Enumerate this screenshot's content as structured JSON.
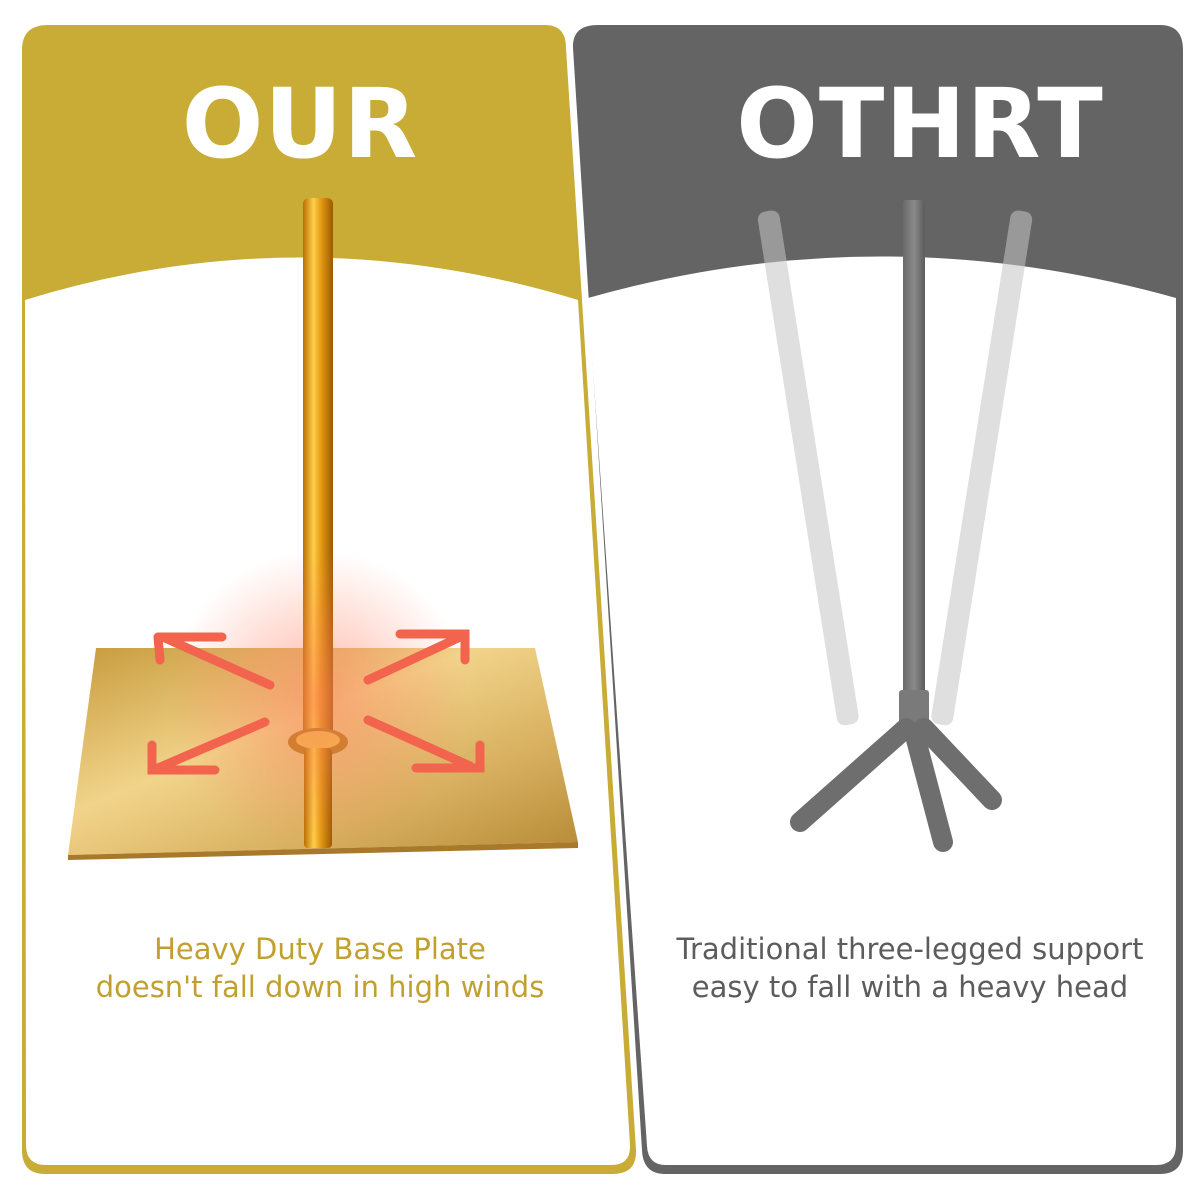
{
  "left_panel": {
    "heading": "OUR",
    "caption_line1": "Heavy Duty Base Plate",
    "caption_line2": "doesn't fall down in high winds",
    "accent_color": "#c8ac35",
    "caption_color": "#c2a030",
    "product_icon": "gold-pole-with-square-base-plate",
    "arrow_icon": "red-outward-arrows",
    "arrow_color": "#f2644e"
  },
  "right_panel": {
    "heading": "OTHRT",
    "caption_line1": "Traditional three-legged support",
    "caption_line2": "easy to fall with a heavy head",
    "accent_color": "#646464",
    "caption_color": "#5c5c5c",
    "product_icon": "gray-pole-with-tripod-legs"
  }
}
